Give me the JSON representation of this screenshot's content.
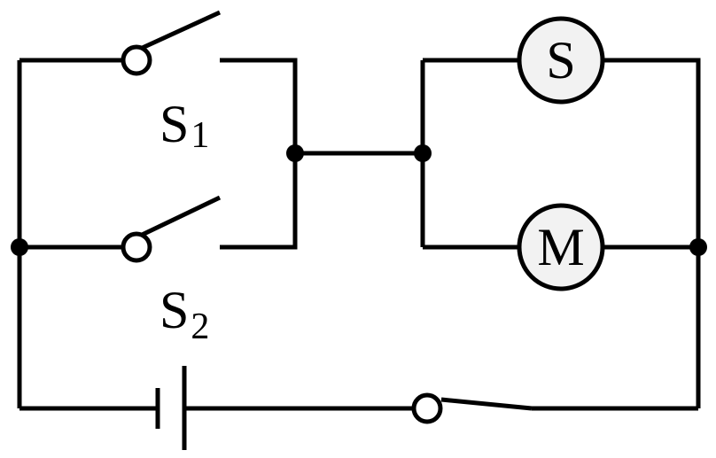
{
  "diagram": {
    "switches": [
      {
        "letter": "S",
        "subscript": "1"
      },
      {
        "letter": "S",
        "subscript": "2"
      }
    ],
    "components": {
      "upper_meter": "S",
      "lower_meter": "M"
    },
    "colors": {
      "line": "#000000",
      "meter_fill": "#f2f2f2",
      "background": "#ffffff"
    }
  }
}
